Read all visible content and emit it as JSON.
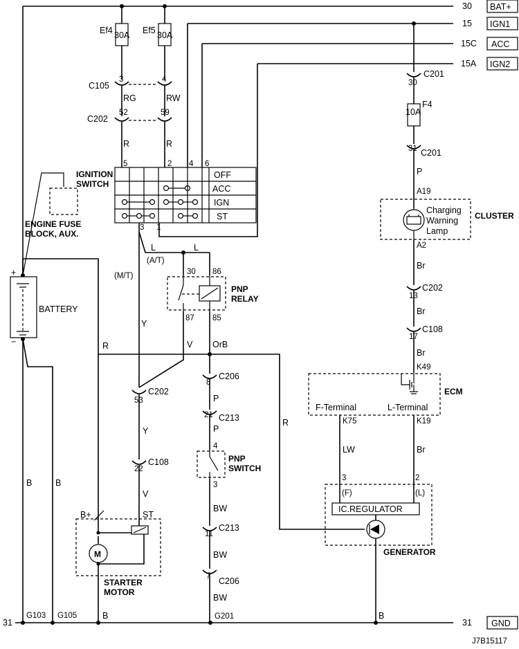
{
  "rails": {
    "bat": {
      "num": "30",
      "label": "BAT+"
    },
    "ign1": {
      "num": "15",
      "label": "IGN1"
    },
    "acc": {
      "num": "15C",
      "label": "ACC"
    },
    "ign2": {
      "num": "15A",
      "label": "IGN2"
    },
    "gnd": {
      "num": "31",
      "label": "GND"
    },
    "gnd_left": "31"
  },
  "fuses": {
    "ef4": {
      "name": "Ef4",
      "rating": "30A"
    },
    "ef5": {
      "name": "Ef5",
      "rating": "30A"
    },
    "f4": {
      "name": "F4",
      "rating": "10A"
    }
  },
  "connectors": {
    "c105": {
      "name": "C105",
      "pin_a": "3",
      "pin_b": "4"
    },
    "c202_top": {
      "name": "C202",
      "pin_a": "52",
      "pin_b": "59"
    },
    "c201_a": {
      "name": "C201",
      "pin": "30"
    },
    "c201_b": {
      "name": "C201",
      "pin": "31"
    },
    "c202_right": {
      "name": "C202",
      "pin": "13"
    },
    "c108_right": {
      "name": "C108",
      "pin": "17"
    },
    "c202_left": {
      "name": "C202",
      "pin": "53"
    },
    "c108_left": {
      "name": "C108",
      "pin": "22"
    },
    "c206_a": {
      "name": "C206",
      "pin": "8"
    },
    "c213_a": {
      "name": "C213",
      "pin": "21"
    },
    "c213_b": {
      "name": "C213",
      "pin": "11"
    },
    "c206_b": {
      "name": "C206",
      "pin": "7"
    }
  },
  "wires": {
    "rg": "RG",
    "rw": "RW",
    "r1": "R",
    "r2": "R",
    "r_batt": "R",
    "r_gen": "R",
    "p1": "P",
    "p2": "P",
    "p3": "P",
    "br1": "Br",
    "br2": "Br",
    "br3": "Br",
    "br4": "Br",
    "l1": "L",
    "l2": "L",
    "at": "(A/T)",
    "mt": "(M/T)",
    "y1": "Y",
    "y2": "Y",
    "v1": "V",
    "v2": "V",
    "orb": "OrB",
    "lw": "LW",
    "bw1": "BW",
    "bw2": "BW",
    "bw3": "BW",
    "b1": "B",
    "b2": "B",
    "b3": "B",
    "b4": "B"
  },
  "ignition_switch": {
    "label_line1": "IGNITION",
    "label_line2": "SWITCH",
    "pins_top": [
      "5",
      "2",
      "4",
      "6"
    ],
    "pins_bottom": [
      "3",
      "1"
    ],
    "positions": [
      "OFF",
      "ACC",
      "IGN",
      "ST"
    ]
  },
  "engine_fuse_block": {
    "line1": "ENGINE FUSE",
    "line2": "BLOCK, AUX."
  },
  "battery": {
    "label": "BATTERY",
    "plus": "+",
    "minus": "−"
  },
  "pnp_relay": {
    "line1": "PNP",
    "line2": "RELAY",
    "pin30": "30",
    "pin86": "86",
    "pin87": "87",
    "pin85": "85"
  },
  "pnp_switch": {
    "line1": "PNP",
    "line2": "SWITCH",
    "pin_top": "4",
    "pin_bottom": "3"
  },
  "cluster": {
    "label": "CLUSTER",
    "pin_top": "A19",
    "pin_bottom": "A2",
    "lamp_line1": "Charging",
    "lamp_line2": "Warning",
    "lamp_line3": "Lamp"
  },
  "ecm": {
    "label": "ECM",
    "pin_top": "K49",
    "f_terminal": "F-Terminal",
    "l_terminal": "L-Terminal",
    "pin_f": "K75",
    "pin_l": "K19"
  },
  "generator": {
    "label": "GENERATOR",
    "regulator": "IC.REGULATOR",
    "pin_f": "3",
    "pin_l": "2",
    "term_f": "(F)",
    "term_l": "(L)"
  },
  "starter": {
    "line1": "STARTER",
    "line2": "MOTOR",
    "b_term": "B+",
    "st_term": "ST",
    "motor": "M"
  },
  "grounds": {
    "g103": "G103",
    "g105": "G105",
    "g201": "G201"
  },
  "diagram_id": "J7B15117"
}
